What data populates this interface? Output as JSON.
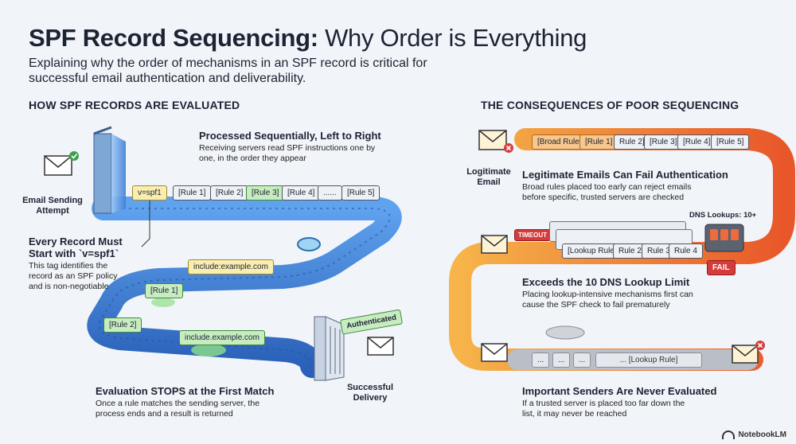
{
  "header": {
    "title_bold": "SPF Record Sequencing:",
    "title_rest": " Why Order is Everything",
    "subtitle": "Explaining why the order of mechanisms in an SPF record is critical for successful email authentication and deliverability."
  },
  "left": {
    "heading": "HOW SPF RECORDS ARE EVALUATED",
    "sender_label": "Email Sending Attempt",
    "sequential": {
      "title": "Processed Sequentially, Left to Right",
      "body": "Receiving servers read SPF instructions one by one, in the order they appear"
    },
    "rule_tags": [
      "v=spf1",
      "[Rule 1]",
      "[Rule 2]",
      "[Rule 3]",
      "[Rule 4]",
      "......",
      "[Rule 5]"
    ],
    "must_start": {
      "title": "Every Record Must Start with `v=spf1`",
      "body": "This tag identifies the record as an SPF policy and is non-negotiable"
    },
    "include_top": "include:example.com",
    "rule1": "[Rule 1]",
    "rule2": "[Rule 2]",
    "include_bottom": "include.example.com",
    "authenticated": "Authenticated",
    "delivery_label": "Successful Delivery",
    "stops": {
      "title": "Evaluation STOPS at the First Match",
      "body": "Once a rule matches the sending server, the process ends and a result is returned"
    }
  },
  "right": {
    "heading": "THE CONSEQUENCES OF POOR SEQUENCING",
    "legit_label": "Logitimate Email",
    "top_tags": [
      "[Broad Rule",
      "[Rule 1]",
      "Rule 2]",
      "[Rule 3]",
      "[Rule 4]",
      "[Rule 5]"
    ],
    "fail_auth": {
      "title": "Legitimate Emails Can Fail Authentication",
      "body": "Broad rules placed too early can reject emails before specific, trusted servers are checked"
    },
    "dns_label": "DNS Lookups: 10+",
    "timeout": "TIMEOUT",
    "lookup_tags": [
      "[Lookup Rule]",
      "Rule 2",
      "Rule 3",
      "Rule 4"
    ],
    "fail_badge": "FAIL",
    "exceeds": {
      "title": "Exceeds the 10 DNS Lookup Limit",
      "body": "Placing lookup-intensive mechanisms first can cause the SPF check to fail prematurely"
    },
    "bottom_tags": [
      "...",
      "...",
      "...",
      "... [Lookup Rule]"
    ],
    "never": {
      "title": "Important Senders Are Never Evaluated",
      "body": "If a trusted server is placed too far down the list, it may never be reached"
    }
  },
  "brand": "NotebookLM",
  "colors": {
    "track_blue": "#3a7bd5",
    "track_orange": "#ee7a36",
    "fail_red": "#d63b3b",
    "success_green": "#3aa14a"
  }
}
